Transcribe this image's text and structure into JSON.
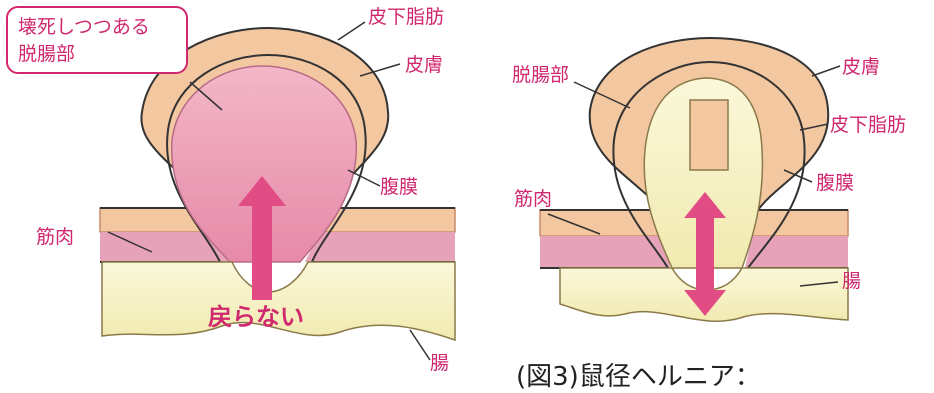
{
  "colors": {
    "accent": "#d0286e",
    "skin": "#f3c7a0",
    "muscle": "#e6a2b8",
    "necrotic_bowel": "#ec9db7",
    "healthy_bowel": "#f7f3c8",
    "arrow": "#e24c84"
  },
  "left_figure": {
    "callout_line1": "壊死しつつある",
    "callout_line2": "脱腸部",
    "label_subcutaneous_fat": "皮下脂肪",
    "label_skin": "皮膚",
    "label_peritoneum": "腹膜",
    "label_muscle": "筋肉",
    "label_intestine": "腸",
    "arrow_text": "戻らない"
  },
  "right_figure": {
    "label_herniated_part": "脱腸部",
    "label_skin": "皮膚",
    "label_subcutaneous_fat": "皮下脂肪",
    "label_peritoneum": "腹膜",
    "label_muscle": "筋肉",
    "label_intestine": "腸"
  },
  "caption": "(図3)鼠径ヘルニア："
}
